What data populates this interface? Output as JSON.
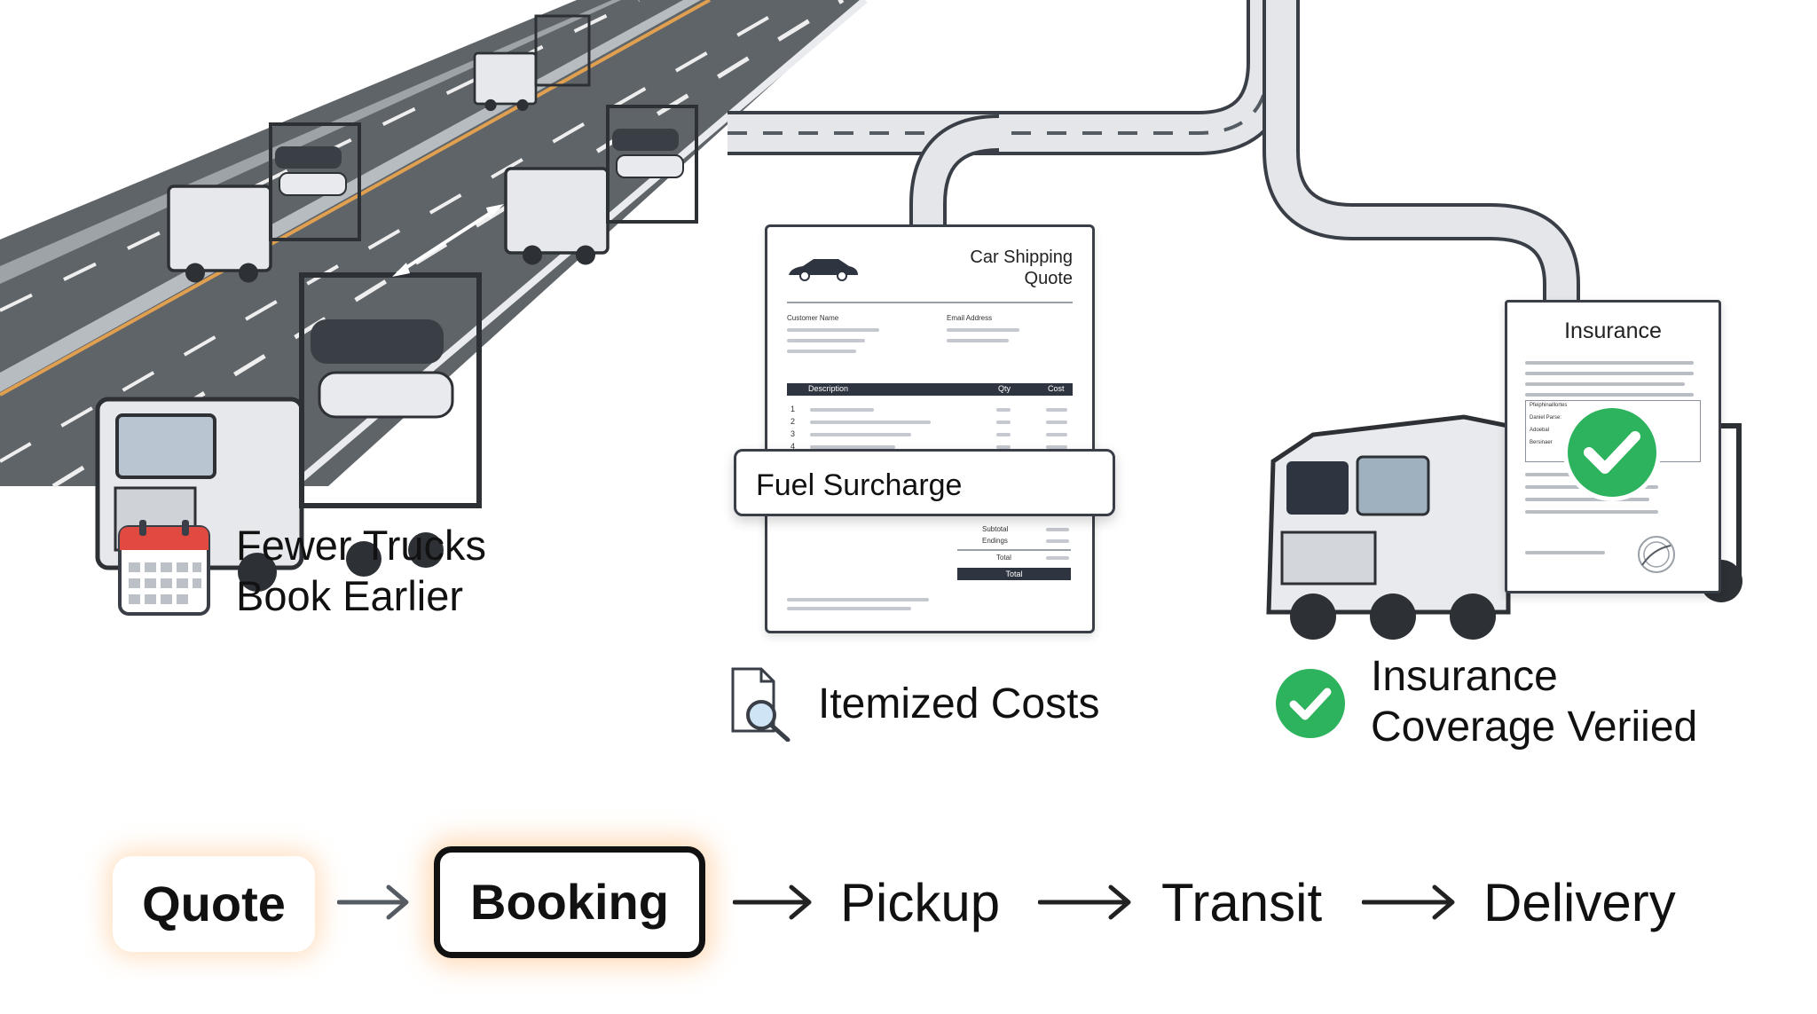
{
  "highway_caption": {
    "line1": "Fewer Trucks",
    "line2": "Book Earlier"
  },
  "quote_document": {
    "title_line1": "Car Shipping",
    "title_line2": "Quote",
    "customer_name_label": "Customer Name",
    "email_label": "Email Address",
    "table_headers": {
      "description": "Description",
      "qty": "Qty",
      "cost": "Cost"
    },
    "row_numbers": [
      "1",
      "2",
      "3",
      "4"
    ],
    "subtotal_label": "Subtotal",
    "endings_label": "Endings",
    "total_label": "Total",
    "total_bar_label": "Total"
  },
  "fuel_surcharge_label": "Fuel Surcharge",
  "itemized_caption": "Itemized Costs",
  "insurance_document": {
    "title": "Insurance",
    "form_lines": [
      "Pfeiphinaillortes",
      "Daniel Parse:",
      "Adoebal",
      "Bersinaer"
    ]
  },
  "insurance_caption": {
    "line1": "Insurance",
    "line2": "Coverage Veriied"
  },
  "process_steps": {
    "quote": "Quote",
    "booking": "Booking",
    "pickup": "Pickup",
    "transit": "Transit",
    "delivery": "Delivery"
  },
  "colors": {
    "accent_glow": "#ffaa5a",
    "check_green": "#2db35d",
    "calendar_red": "#e04a40",
    "road_gray": "#7a7f86",
    "outline_dark": "#3a3f47"
  },
  "icons": [
    "calendar-icon",
    "document-search-icon",
    "check-circle-icon",
    "checkmark-badge-icon",
    "car-silhouette-icon",
    "truck-icon",
    "arrow-right-icon"
  ]
}
